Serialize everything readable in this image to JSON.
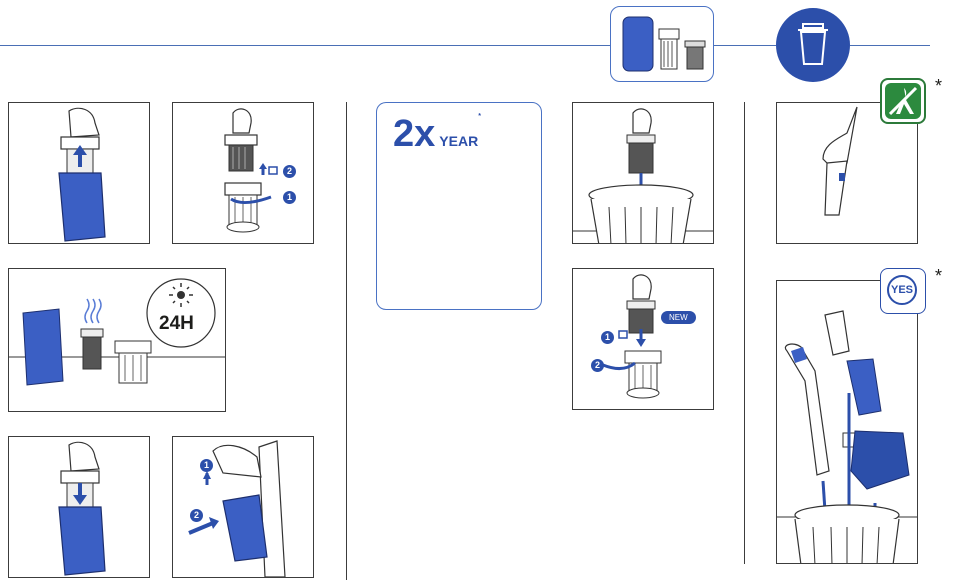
{
  "header": {
    "trash_icon": "trash-bin-icon",
    "parts_icon": "filter-parts-icon",
    "accent_color": "#2c4faa"
  },
  "frequency": {
    "count": "2x",
    "unit": "YEAR",
    "unit_mark": "*"
  },
  "drying": {
    "duration": "24H",
    "icon": "sun-icon"
  },
  "badges": {
    "new_label": "NEW",
    "step_one": "1",
    "step_two": "2",
    "yes_label": "YES",
    "asterisk_top": "*",
    "asterisk_bottom": "*"
  },
  "icons": {
    "unlock": "unlock-icon",
    "no_water": "no-water-icon",
    "arrow": "arrow-icon"
  }
}
